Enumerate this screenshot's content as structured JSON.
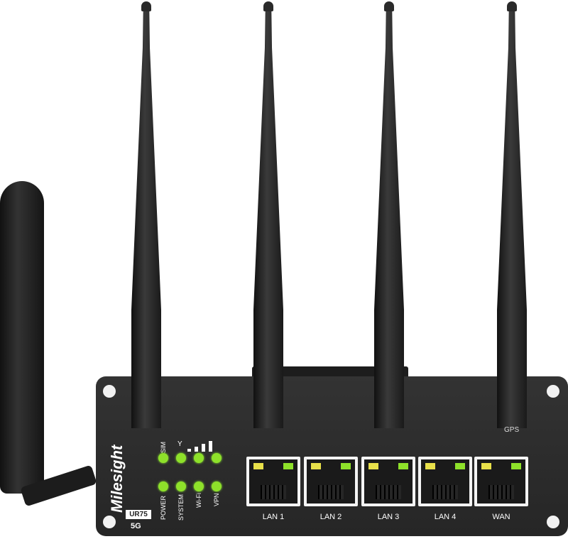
{
  "brand": "Milesight",
  "model": "UR75",
  "network": "5G",
  "gps_label": "GPS",
  "leds": {
    "top": [
      "SIM",
      "",
      "",
      ""
    ],
    "bottom": [
      "POWER",
      "SYSTEM",
      "Wi-Fi",
      "VPN"
    ]
  },
  "ports": [
    "LAN 1",
    "LAN 2",
    "LAN 3",
    "LAN 4",
    "WAN"
  ],
  "colors": {
    "led": "#8ee12a",
    "body": "#2c2c2c",
    "port_led_yellow": "#e8e04a"
  }
}
